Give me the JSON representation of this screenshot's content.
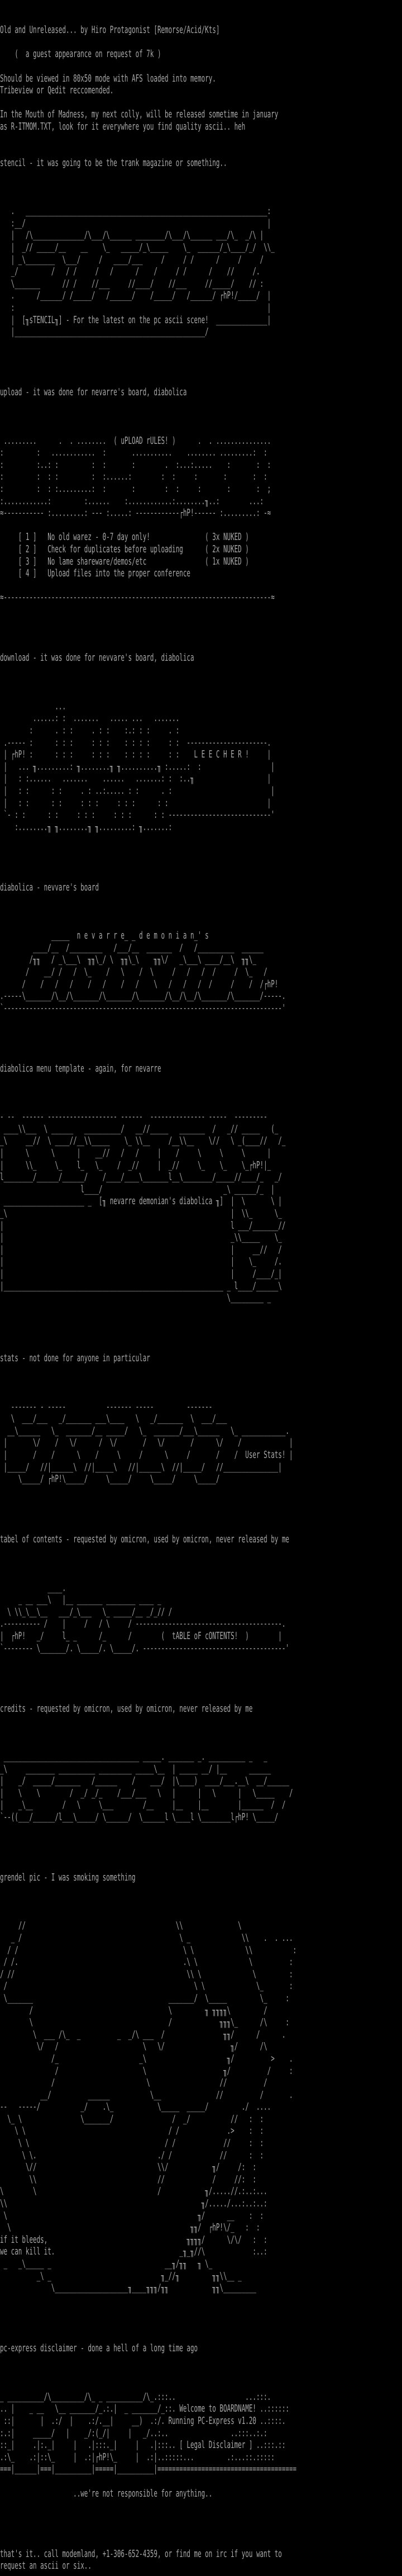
{
  "header": {
    "title": "Old and Unreleased... by Hiro Protagonist [Remorse/Acid/Kts]",
    "guest_note": "    (  a guest appearance on request of 7k )",
    "view_note": [
      "Should be viewed in 80x50 mode with AFS loaded into memory.",
      "Tribeview or Qedit reccomended."
    ],
    "release_note": [
      "In the Mouth of Madness, my next colly, will be released sometime in january",
      "as R-ITMOM.TXT, look for it everywhere you find quality ascii.. heh"
    ]
  },
  "colors": {
    "background": "#000000",
    "text": "#a8a8a8"
  },
  "stencil": {
    "caption": "stencil - it was going to be the trank magazine or something..",
    "art": [
      "   .   __________________________________________________________________:",
      "   :__/                                                                  |",
      "   |   /\\______________/\\___/\\______ ________/\\___/\\______ ___/\\_  _/\\ |",
      "   |  _// _____/__    __    \\_   _____/_\\_____    \\_  ______/_\\____/_/  \\\\_",
      "   | _\\________  \\___/     /   ____/___     /     / /      /     /     /",
      "   _/         /   / /     /   /      /    /     / /      /    //     /.",
      "   \\_______      // /    //___     //____/    //___     //_____/    // :",
      "   .      /______/ /_____/   /______/    /_____/   /______/ ┌hP!/_____/  |",
      "   :                                                                     |",
      "   |  [╖sTENCIL╖] - For the latest on the pc ascii scene!  ______________|",
      "   |____________________________________________________/"
    ]
  },
  "upload": {
    "caption": "upload - it was done for nevarre's board, diabolica",
    "art": [
      " .........      .  . ........  ( uPLOAD rULES! )      .  . ...............",
      ":         :   ............  :       ...........    ........ .........:  :",
      ":         :..: :         :  :       :        .  :...:.....    :       :  :",
      ":         :  : :         :  :......:        :  :     :       :       :  :",
      ":         :  : :.........:  :       :        :  :     :       :       :  ;",
      ":............:         :......    :............:........╖..:        ...:",
      "≈----------- :.........: --- :.....: ------------┌hP!------ :.........: -≈"
    ],
    "rules": [
      {
        "num": "[ 1 ]",
        "text": "No old warez - 0-7 day only!",
        "nuked": "( 3x NUKED )"
      },
      {
        "num": "[ 2 ]",
        "text": "Check for duplicates before uploading",
        "nuked": "( 2x NUKED )"
      },
      {
        "num": "[ 3 ]",
        "text": "No lame shareware/demos/etc",
        "nuked": "( 1x NUKED )"
      },
      {
        "num": "[ 4 ]",
        "text": "Upload files into the proper conference",
        "nuked": ""
      }
    ],
    "footer": "≈-------------------------------------------------------------------------≈"
  },
  "download": {
    "caption": "download - it was done for nevvare's board, diabolica",
    "art": [
      "               ...",
      "         ......: :  .......   ..... ...   .......",
      "        :      . : :     . : :    :.: : :     . :",
      " .----- :      : : :     : : :    : : : :     : :  ----------------------.",
      " | ┌hP! :      : : :     : : :    : : : :     : :    L E E C H E R !     |",
      " |   ... ╖.........: ╖........╖ ╖..........╖ :.....:  :                   |",
      " |   : :......   .......    ......   .......: :  :..╖                    |",
      " |   : :      : :     . : ..:..... : :      . :                           |",
      " |   : :      : :     : : :     : : :      : :                           |",
      " `- : :      : :     : : :     : : :      : : ----------------------------'",
      "    :........╖ ╖........╖ ╖.........: ╖.......:"
    ]
  },
  "diabolica": {
    "caption": "diabolica - nevvare's board",
    "art": [
      "              _____  n e v a r r e_ _ d e m o n i a n_' s",
      "         ____/__  /_________   /___/__  _______  /   /__________  ______",
      "        /╖╖   / _\\___\\  ╖╖\\_/ \\  ╖╖\\_\\    ╖╖\\/   _\\___\\ ____/__\\  ╖╖\\_",
      "       /    __/ /   /  \\_    /   \\    /  \\     /   /   /  /     /  \\_   /",
      "      /    /   /   /    /   /    /   /    \\   /   /   /  /     /    /  /┌hP!",
      ".-----\\_______/\\__/\\_______/\\_______/\\_______/\\__/\\__/\\_______/\\_______/-----.",
      "`----------------------------------------------------------------------------'"
    ]
  },
  "menu": {
    "caption": "diabolica menu template - again, for nevarre",
    "art": [
      "- --  ------ ------------------- ------  --------------- -----  ---------",
      " ____\\\\___  \\ ______   __________/   __//_____   _______  /   _// _____   (_",
      "_\\     __//  \\ ____//__\\\\_____    \\_ \\\\__     /__\\\\__    \\//   \\ _(____//   /_",
      "|      \\      \\      |    __//   /   /     |    /     \\     \\     \\      |",
      "|      \\\\_     \\_    l_   \\_    /  _//     |  _//     \\_    \\_    \\_┌hP!|_",
      "l________/______/______/    /____/____\\_______l__\\________/_____//____/_   _/",
      "                      l____/                                 _\\ ______/_  |",
      " ______________________ _  [╖ nevarre demonian's diabolica ╖]  |  \\       \\ |",
      "_\\                                                             |  \\\\_      \\_",
      "|                                                              l ___/_______//",
      "|                                                              _\\\\_____    \\_",
      "|                                                              |     __//   /",
      "|                                                              |    \\_     /.",
      "|                                                              |     /____/_|",
      "|____________________________________________________________ _ l____/______\\",
      "                                                              \\_________ _"
    ]
  },
  "stats": {
    "caption": "stats - not done for anyone in particular",
    "art": [
      "   ------- - -----           ------- -----         -------",
      "   \\  ___/___   _/_______ ___\\____   \\   _/_______  \\  ___/___",
      "  __\\______   \\_  _______/__ _____/   \\_  _______/___\\______   \\_ ____________.",
      " |       \\/    /   \\/      /  \\/       /   \\/       /      \\/    /             |",
      " |       /    /      \\    /     \\     /      \\     /       /    /  User Stats! |",
      " |_____/   //|______\\  //|_____\\   //|______\\  //|_____/   //_______________|",
      "     \\_____/ ┌hP!\\_____/     \\_____/     \\_____/     \\_____/"
    ]
  },
  "toc": {
    "caption": "tabel of contents - requested by omicron, used by omicron, never released by me",
    "art": [
      "             ____.",
      "     _ __ ___\\   |__ _______ ________ ____ _",
      "  \\ \\\\_\\__\\__   ___/_\\___   \\_ _____/__ _/_// /",
      ".---------- /    |     /   / \\     / ----------------------------------------.",
      "|  ┌hP!   _/     l_ _      /_      /        (  tABLE oF cONTENTS!  )        |",
      "`-------- \\_______/. \\_____/. \\_____/. ---------------------------------------'"
    ]
  },
  "credits": {
    "caption": "credits - requested by omicron, used by omicron, never released by me",
    "art": [
      " _____________________________________ _____. _______ _. __________ _   _",
      "_\\     ________ __________ _________ _____\\__  | _____ __/ |__      ______",
      "|    _/  _____/_______   /______    /    ___/  |\\____)  ____/___.__\\  __/______",
      "|    \\    \\        /  _/ _/_    /___/___   \\   |      |   \\      |   \\_____    /",
      "|    _\\__        /   \\     \\___        /__     |__    |__        |______  /  /",
      "`--((___/______/l___\\_____/ \\______/  \\______l \\____l \\________l┌hP! \\_____/"
    ]
  },
  "grendel": {
    "caption": "grendel pic - I was smoking something",
    "art": [
      "     //                                         \\\\               \\",
      "   _ /                                           \\ _              \\\\    .  . ...",
      "  / /                                             \\ \\              \\\\           :",
      " / /.                                             .\\ \\              \\          :",
      "/ //                                               \\\\ \\              \\         :",
      " /                                                   \\ \\              \\_       :",
      " \\_______                                     _______/  \\_____         \\_     :",
      "        /                                     \\         ╖ ╖╖╖╖\\         /",
      "        \\                                     /             ╖╖╖\\_      /\\     :",
      "         \\  ___ /\\_  _          _  _/\\ ___  /                ╖╖/      /      .",
      "          \\/   /                       \\   \\/                  ╖/      /\\",
      "              /_                      _\\                      ╖/          >    .",
      "               /                       \\                     ╖/          /     :",
      "              /                         \\                   //          /",
      "           __/          ______           \\__               //          /       .",
      "--   -----/           _/    .\\_            \\_____  _____/         ./  ....",
      "  \\_ \\                \\_______/                /  _/           //   :  :",
      "    \\ \\                                       / /             .>    :  :",
      "     \\ \\                                     / /             //     :  :",
      "      \\ \\.                                 ./ /             //      :  :",
      "       \\//                                 \\\\/            ╖/     /:  :",
      "        \\\\                                 //             /     //:  :",
      "\\        \\                                 /            ╖/.....//.:..:...",
      "\\\\                                                     ╖/...../...:..:..:",
      " \\                                                    ╖/      __    :  :",
      "  \\                                                 ╖╖/  ┌hP!\\/_   :  :",
      "if it bleeds,                                      ╖╖╖╖/      \\/\\/   :  :",
      "we can kill it.                                  _╖_╖//\\             :..:",
      " _   _\\_____ _                               __╖/╖╖   ╖ \\_",
      "          _\\ _                              ╖_//╖         ╖╖\\\\__ _",
      "              \\____________________╖____╖╖╖/╖╖            ╖╖\\_________"
    ]
  },
  "pcx": {
    "caption": "pc-express disclaimer - done a hell of a long time ago",
    "art": [
      "_ __________/\\_________/\\_ _ __________/\\_.:::..                   ...:::.",
      ".. |    _ __   \\__ _______/_.:.|  _ _______/_::. Welcome to BOARDNAME! ..::::::",
      " ::|       |  .:/  |    .:/.__|     __)  .:/. Running PC-Express v1.20 ..::::.",
      ":.:|     _____/   |    _/:(_/|     |   _/..:..                 ..:::..:.:",
      "::_|     .|:._|     |   .|:::._|     |   .|:::.. [ Legal Disclaimer ] ..:::.::",
      ".:\\_    .:|::\\_     |  .:|┌hP!\\_     |  .:|..:::::...         .:...::.:::::",
      "===|______|===|__________|=====|__________|======================================"
    ],
    "tagline": "                    ..we're not responsible for anything.."
  },
  "outro": [
    "that's it.. call modemland, +1-306-652-4359, or find me on irc if you want to",
    "request an ascii or six.."
  ]
}
